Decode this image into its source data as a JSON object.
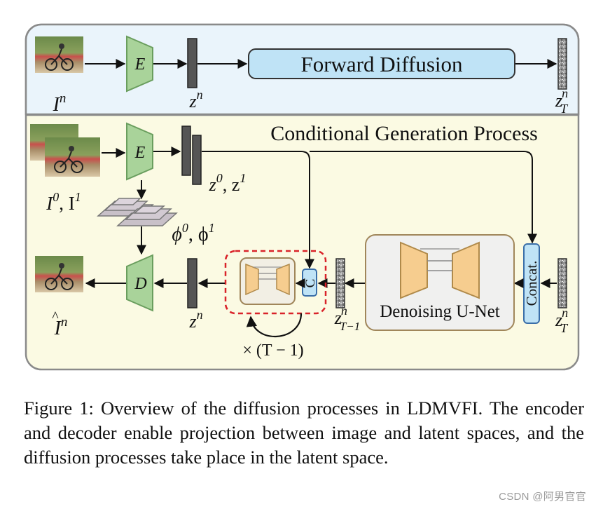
{
  "panels": {
    "bottom_title": "Conditional Generation Process"
  },
  "modules": {
    "encoder": "E",
    "decoder": "D",
    "forward_diffusion": "Forward Diffusion",
    "concat": "Concat.",
    "concat_small": "C",
    "denoising_unet": "Denoising U-Net"
  },
  "labels": {
    "input_image": "Iⁿ",
    "latent_top": "zⁿ",
    "latent_noisy_top": "zₜⁿ",
    "neighbor_frames": "I⁰, I¹",
    "neighbor_latents": "z⁰, z¹",
    "features": "ϕ⁰, ϕ¹",
    "output_image": "Îⁿ",
    "latent_bottom": "zⁿ",
    "latent_prev": "zₜ₋₁ⁿ",
    "latent_noisy_bottom": "zₜⁿ",
    "repeat": "× (T − 1)"
  },
  "caption": "Figure 1: Overview of the diffusion processes in LDMVFI. The encoder and decoder enable projection between image and latent spaces, and the diffusion processes take place in the latent space.",
  "watermark": "CSDN @阿男官官",
  "colors": {
    "top_panel": "#eaf4fb",
    "bottom_panel": "#fbfae3",
    "encoder_green": "#a9d39a",
    "unet_orange": "#f6cd8f",
    "diffusion_blue": "#bfe3f6",
    "dashed_red": "#d9232a"
  }
}
